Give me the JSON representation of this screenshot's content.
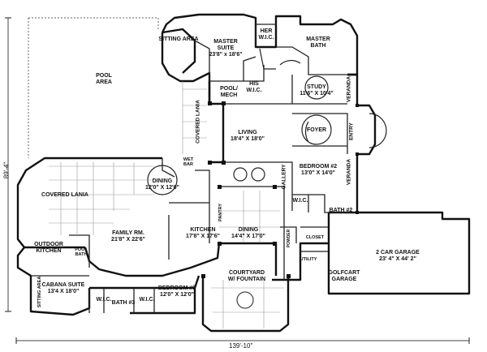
{
  "rooms": {
    "sitting_area_top": {
      "name": "SITTING AREA"
    },
    "master_suite": {
      "name": "MASTER SUITE",
      "dims": "23'8\" x 18'6\""
    },
    "her_wic": {
      "name": "HER W.I.C."
    },
    "master_bath": {
      "name": "MASTER BATH"
    },
    "pool_area": {
      "name": "POOL AREA"
    },
    "pool_mech": {
      "name": "POOL/ MECH"
    },
    "his_wic": {
      "name": "HIS W.I.C."
    },
    "study": {
      "name": "STUDY",
      "dims": "11'6\" X 10'4\""
    },
    "covered_lania_vert": {
      "name": "COVERED LANIA"
    },
    "living": {
      "name": "LIVING",
      "dims": "18'4\" X 18'0\""
    },
    "foyer": {
      "name": "FOYER"
    },
    "wet_bar": {
      "name": "WET BAR"
    },
    "bedroom2": {
      "name": "BEDROOM #2",
      "dims": "13'0\" X 14'0\""
    },
    "dining_round": {
      "name": "DINING",
      "dims": "12'0\" X 12'0\""
    },
    "gallery": {
      "name": "GALLERY"
    },
    "covered_lania": {
      "name": "COVERED LANIA"
    },
    "wic_bed2": {
      "name": "W.I.C."
    },
    "bath2": {
      "name": "BATH #2"
    },
    "family": {
      "name": "FAMILY RM.",
      "dims": "21'8\" X 22'6\""
    },
    "pantry": {
      "name": "PANTRY"
    },
    "dining": {
      "name": "DINING",
      "dims": "14'4\" X 17'0\""
    },
    "kitchen": {
      "name": "KITCHEN",
      "dims": "17'8\" X 17'6\""
    },
    "outdoor_kitchen": {
      "name": "OUTDOOR KITCHEN"
    },
    "pool_bath": {
      "name": "POOL BATH"
    },
    "closet": {
      "name": "CLOSET"
    },
    "powder": {
      "name": "POWDER"
    },
    "utility": {
      "name": "UTILITY"
    },
    "garage": {
      "name": "2 CAR GARAGE",
      "dims": "23' 4\" X 44' 2\""
    },
    "golfcart_garage": {
      "name": "GOLFCART GARAGE"
    },
    "courtyard": {
      "name": "COURTYARD",
      "dims": "W/ FOUNTAIN"
    },
    "cabana": {
      "name": "CABANA SUITE",
      "dims": "13'4 X 18'0\""
    },
    "sitting_area_left": {
      "name": "SITTING AREA"
    },
    "wic_cabana": {
      "name": "W.I.C."
    },
    "bath3": {
      "name": "BATH #3"
    },
    "wic_bed3": {
      "name": "W.I.C."
    },
    "bedroom3": {
      "name": "BEDROOM #3",
      "dims": "12'0\" X 12'0\""
    },
    "veranda_top": {
      "name": "VERANDA"
    },
    "entry": {
      "name": "ENTRY"
    },
    "veranda_bottom": {
      "name": "VERANDA"
    }
  },
  "dimensions": {
    "overall_width": "139'-10\"",
    "overall_depth": "89'-4\""
  }
}
